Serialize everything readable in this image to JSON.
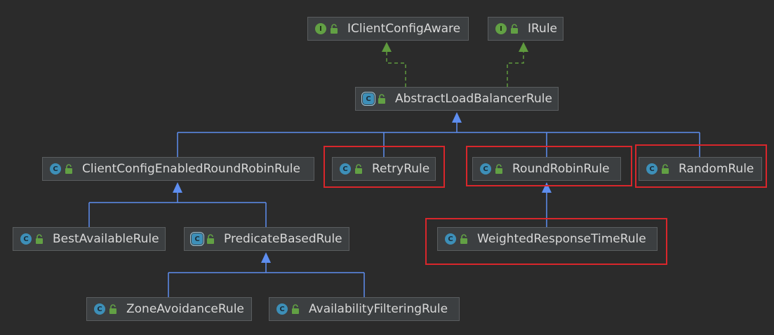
{
  "nodes": {
    "iclientconfigaware": {
      "label": "IClientConfigAware",
      "kind": "interface",
      "glyph": "I"
    },
    "irule": {
      "label": "IRule",
      "kind": "interface",
      "glyph": "I"
    },
    "abstractloadbalancerrule": {
      "label": "AbstractLoadBalancerRule",
      "kind": "abstract-class",
      "glyph": "C"
    },
    "clientconfigenabledroundrobinrule": {
      "label": "ClientConfigEnabledRoundRobinRule",
      "kind": "class",
      "glyph": "C"
    },
    "retryrule": {
      "label": "RetryRule",
      "kind": "class",
      "glyph": "C"
    },
    "roundrobinrule": {
      "label": "RoundRobinRule",
      "kind": "class",
      "glyph": "C"
    },
    "randomrule": {
      "label": "RandomRule",
      "kind": "class",
      "glyph": "C"
    },
    "bestavailablerule": {
      "label": "BestAvailableRule",
      "kind": "class",
      "glyph": "C"
    },
    "predicatebasedrule": {
      "label": "PredicateBasedRule",
      "kind": "abstract-class",
      "glyph": "C"
    },
    "weightedresponsetimerule": {
      "label": "WeightedResponseTimeRule",
      "kind": "class",
      "glyph": "C"
    },
    "zoneavoidancerule": {
      "label": "ZoneAvoidanceRule",
      "kind": "class",
      "glyph": "C"
    },
    "availabilityfilteringrule": {
      "label": "AvailabilityFilteringRule",
      "kind": "class",
      "glyph": "C"
    }
  },
  "edges": [
    {
      "from": "abstractloadbalancerrule",
      "to": "iclientconfigaware",
      "type": "implements"
    },
    {
      "from": "abstractloadbalancerrule",
      "to": "irule",
      "type": "implements"
    },
    {
      "from": "clientconfigenabledroundrobinrule",
      "to": "abstractloadbalancerrule",
      "type": "extends"
    },
    {
      "from": "retryrule",
      "to": "abstractloadbalancerrule",
      "type": "extends"
    },
    {
      "from": "roundrobinrule",
      "to": "abstractloadbalancerrule",
      "type": "extends"
    },
    {
      "from": "randomrule",
      "to": "abstractloadbalancerrule",
      "type": "extends"
    },
    {
      "from": "bestavailablerule",
      "to": "clientconfigenabledroundrobinrule",
      "type": "extends"
    },
    {
      "from": "predicatebasedrule",
      "to": "clientconfigenabledroundrobinrule",
      "type": "extends"
    },
    {
      "from": "weightedresponsetimerule",
      "to": "roundrobinrule",
      "type": "extends"
    },
    {
      "from": "zoneavoidancerule",
      "to": "predicatebasedrule",
      "type": "extends"
    },
    {
      "from": "availabilityfilteringrule",
      "to": "predicatebasedrule",
      "type": "extends"
    }
  ],
  "highlighted": [
    "retryrule",
    "roundrobinrule",
    "randomrule",
    "weightedresponsetimerule"
  ],
  "colors": {
    "extends_edge": "#5e8ef0",
    "implements_edge": "#5f9a3e",
    "highlight": "#d9262b",
    "class_badge": "#3d8fb8",
    "interface_badge": "#62a044"
  }
}
